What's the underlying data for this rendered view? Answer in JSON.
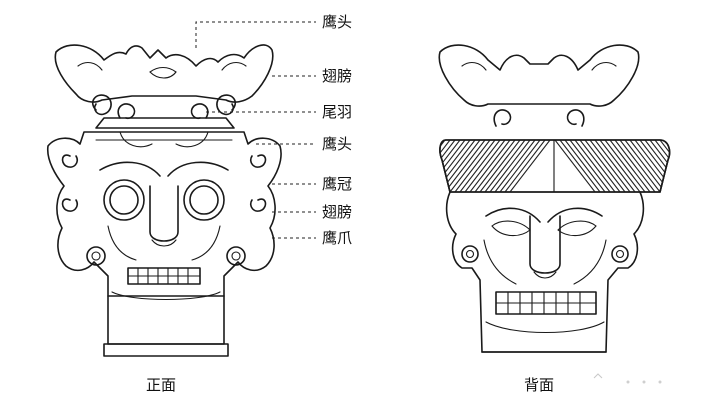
{
  "front": {
    "caption": "正面",
    "labels": [
      {
        "id": "l1",
        "text": "鹰头"
      },
      {
        "id": "l2",
        "text": "翅膀"
      },
      {
        "id": "l3",
        "text": "尾羽"
      },
      {
        "id": "l4",
        "text": "鹰头"
      },
      {
        "id": "l5",
        "text": "鹰冠"
      },
      {
        "id": "l6",
        "text": "翅膀"
      },
      {
        "id": "l7",
        "text": "鹰爪"
      }
    ]
  },
  "back": {
    "caption": "背面"
  }
}
